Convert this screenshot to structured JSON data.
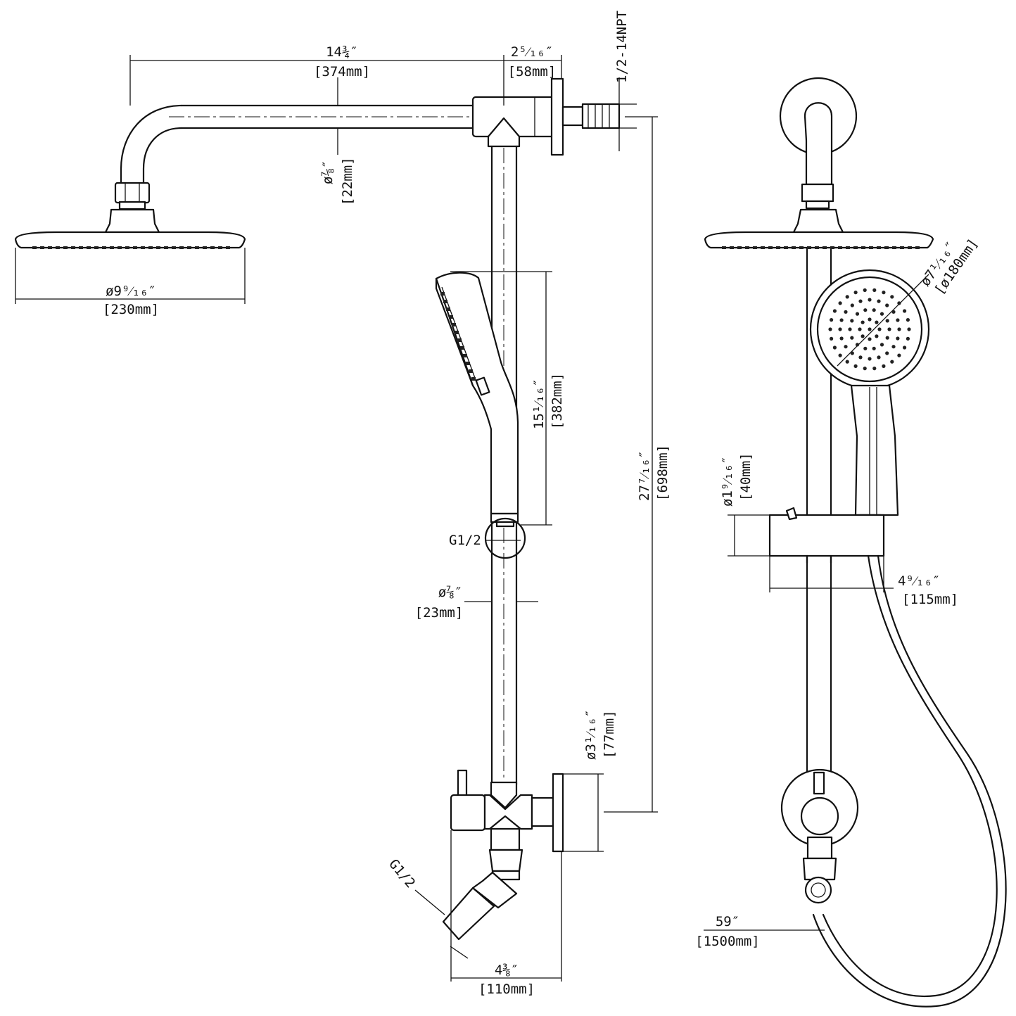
{
  "dimensions": {
    "arm_length": {
      "imperial": "14¾″",
      "metric": "[374mm]"
    },
    "arm_offset": {
      "imperial": "2⁵⁄₁₆″",
      "metric": "[58mm]"
    },
    "thread_top": {
      "label": "1/2-14NPT"
    },
    "arm_diameter": {
      "imperial": "ø⅞″",
      "metric": "[22mm]"
    },
    "rain_head_diameter": {
      "imperial": "ø9⁹⁄₁₆″",
      "metric": "[230mm]"
    },
    "handheld_length": {
      "imperial": "15¹⁄₁₆″",
      "metric": "[382mm]"
    },
    "bar_height": {
      "imperial": "27⁷⁄₁₆″",
      "metric": "[698mm]"
    },
    "handheld_thread": {
      "label": "G1/2"
    },
    "bar_diameter": {
      "imperial": "ø⅞″",
      "metric": "[23mm]"
    },
    "flange_diameter": {
      "imperial": "ø3¹⁄₁₆″",
      "metric": "[77mm]"
    },
    "inlet_thread": {
      "label": "G1/2"
    },
    "diverter_depth": {
      "imperial": "4⅜″",
      "metric": "[110mm]"
    },
    "handheld_face_diameter": {
      "imperial": "ø7¹⁄₁₆″",
      "metric": "[ø180mm]"
    },
    "slider_height": {
      "imperial": "ø1⁹⁄₁₆″",
      "metric": "[40mm]"
    },
    "slider_width": {
      "imperial": "4⁹⁄₁₆″",
      "metric": "[115mm]"
    },
    "hose_length": {
      "imperial": "59″",
      "metric": "[1500mm]"
    }
  },
  "colors": {
    "line": "#111111",
    "background": "#ffffff"
  }
}
